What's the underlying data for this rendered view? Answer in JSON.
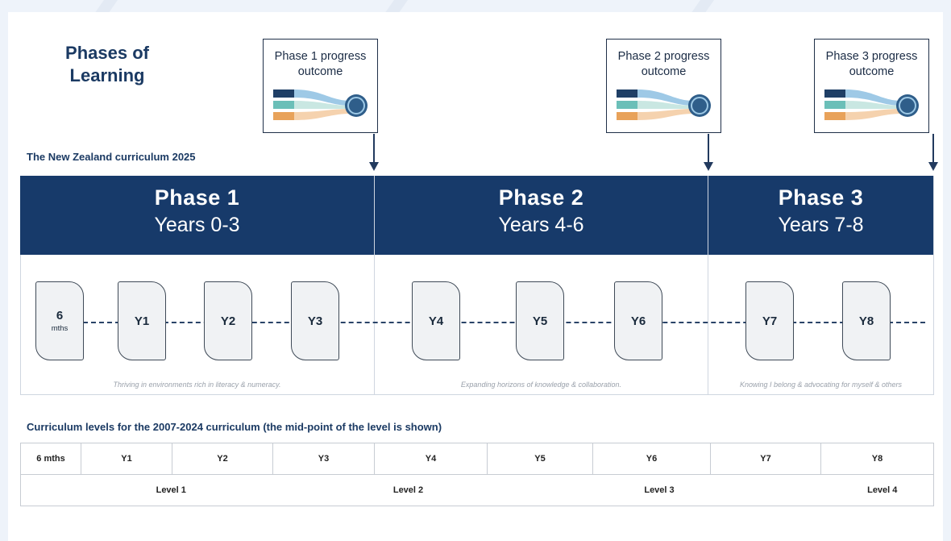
{
  "diagram": {
    "title": "Phases of Learning",
    "subtitle": "The New Zealand curriculum 2025",
    "outcome_cards": [
      {
        "label": "Phase 1 progress outcome"
      },
      {
        "label": "Phase 2 progress outcome"
      },
      {
        "label": "Phase 3 progress outcome"
      }
    ],
    "phases": [
      {
        "name": "Phase 1",
        "years": "Years 0-3",
        "tagline": "Thriving in environments rich in literacy & numeracy."
      },
      {
        "name": "Phase 2",
        "years": "Years 4-6",
        "tagline": "Expanding horizons of knowledge & collaboration."
      },
      {
        "name": "Phase 3",
        "years": "Years 7-8",
        "tagline": "Knowing I belong & advocating for myself & others"
      }
    ],
    "year_cards": [
      {
        "label": "6",
        "sub": "mths"
      },
      {
        "label": "Y1"
      },
      {
        "label": "Y2"
      },
      {
        "label": "Y3"
      },
      {
        "label": "Y4"
      },
      {
        "label": "Y5"
      },
      {
        "label": "Y6"
      },
      {
        "label": "Y7"
      },
      {
        "label": "Y8"
      }
    ],
    "levels_title": "Curriculum levels for the 2007-2024 curriculum (the mid-point of the level is shown)",
    "levels_table": {
      "years": [
        "6 mths",
        "Y1",
        "Y2",
        "Y3",
        "Y4",
        "Y5",
        "Y6",
        "Y7",
        "Y8"
      ],
      "levels": [
        "Level 1",
        "Level 2",
        "Level 3",
        "Level 4"
      ]
    },
    "colors": {
      "navy": "#173a6a",
      "understand": "#1f3f66",
      "know": "#6bbfb8",
      "do": "#e8a25a"
    }
  }
}
